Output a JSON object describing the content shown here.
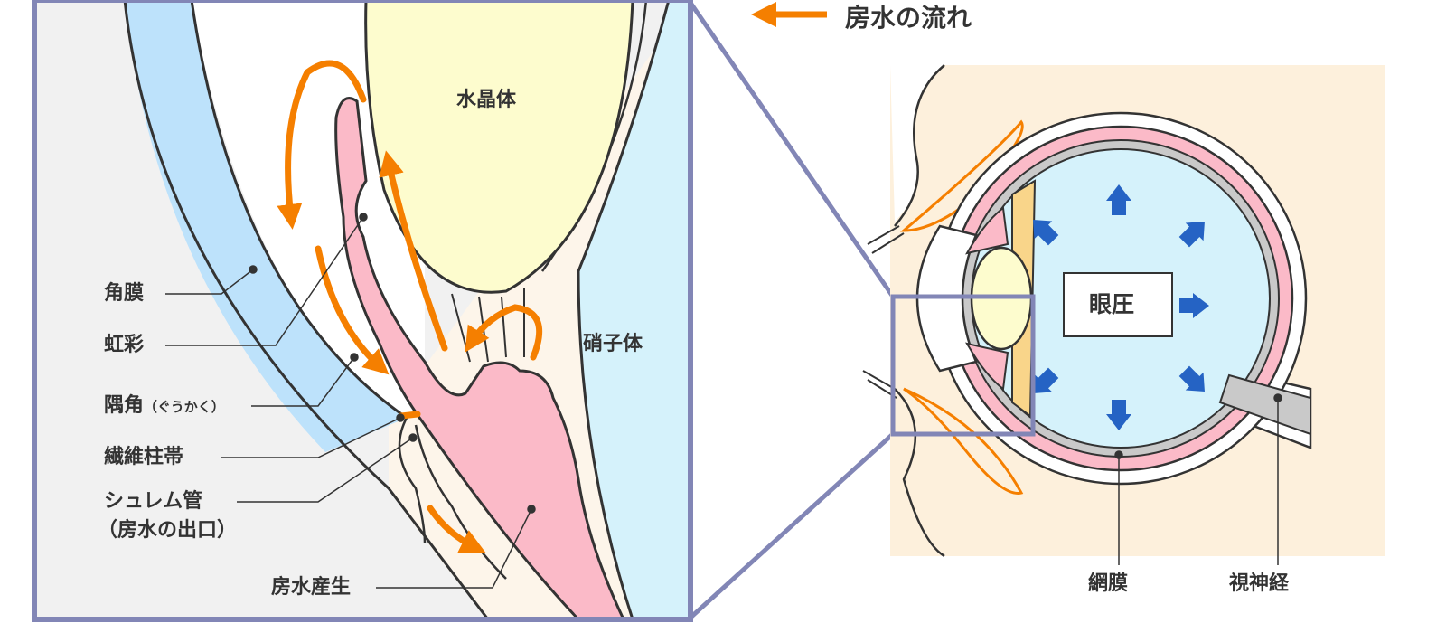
{
  "legend": {
    "label": "房水の流れ",
    "arrow_color": "#f57f00"
  },
  "detail": {
    "lens": "水晶体",
    "vitreous": "硝子体",
    "cornea": "角膜",
    "iris": "虹彩",
    "angle": "隅角",
    "angle_reading": "（ぐうかく）",
    "trabecular": "繊維柱帯",
    "schlemm": "シュレム管",
    "schlemm_note": "（房水の出口）",
    "production": "房水産生"
  },
  "eye": {
    "pressure": "眼圧",
    "retina": "網膜",
    "optic_nerve": "視神経"
  },
  "colors": {
    "frame": "#8286b6",
    "cornea": "#bde2fb",
    "iris": "#fbbac8",
    "lens": "#fdfcce",
    "vitreous": "#d5f2fb",
    "tissue": "#fdf5ea",
    "skin": "#fdf0dc",
    "pressure_arrows": "#2563c4"
  }
}
